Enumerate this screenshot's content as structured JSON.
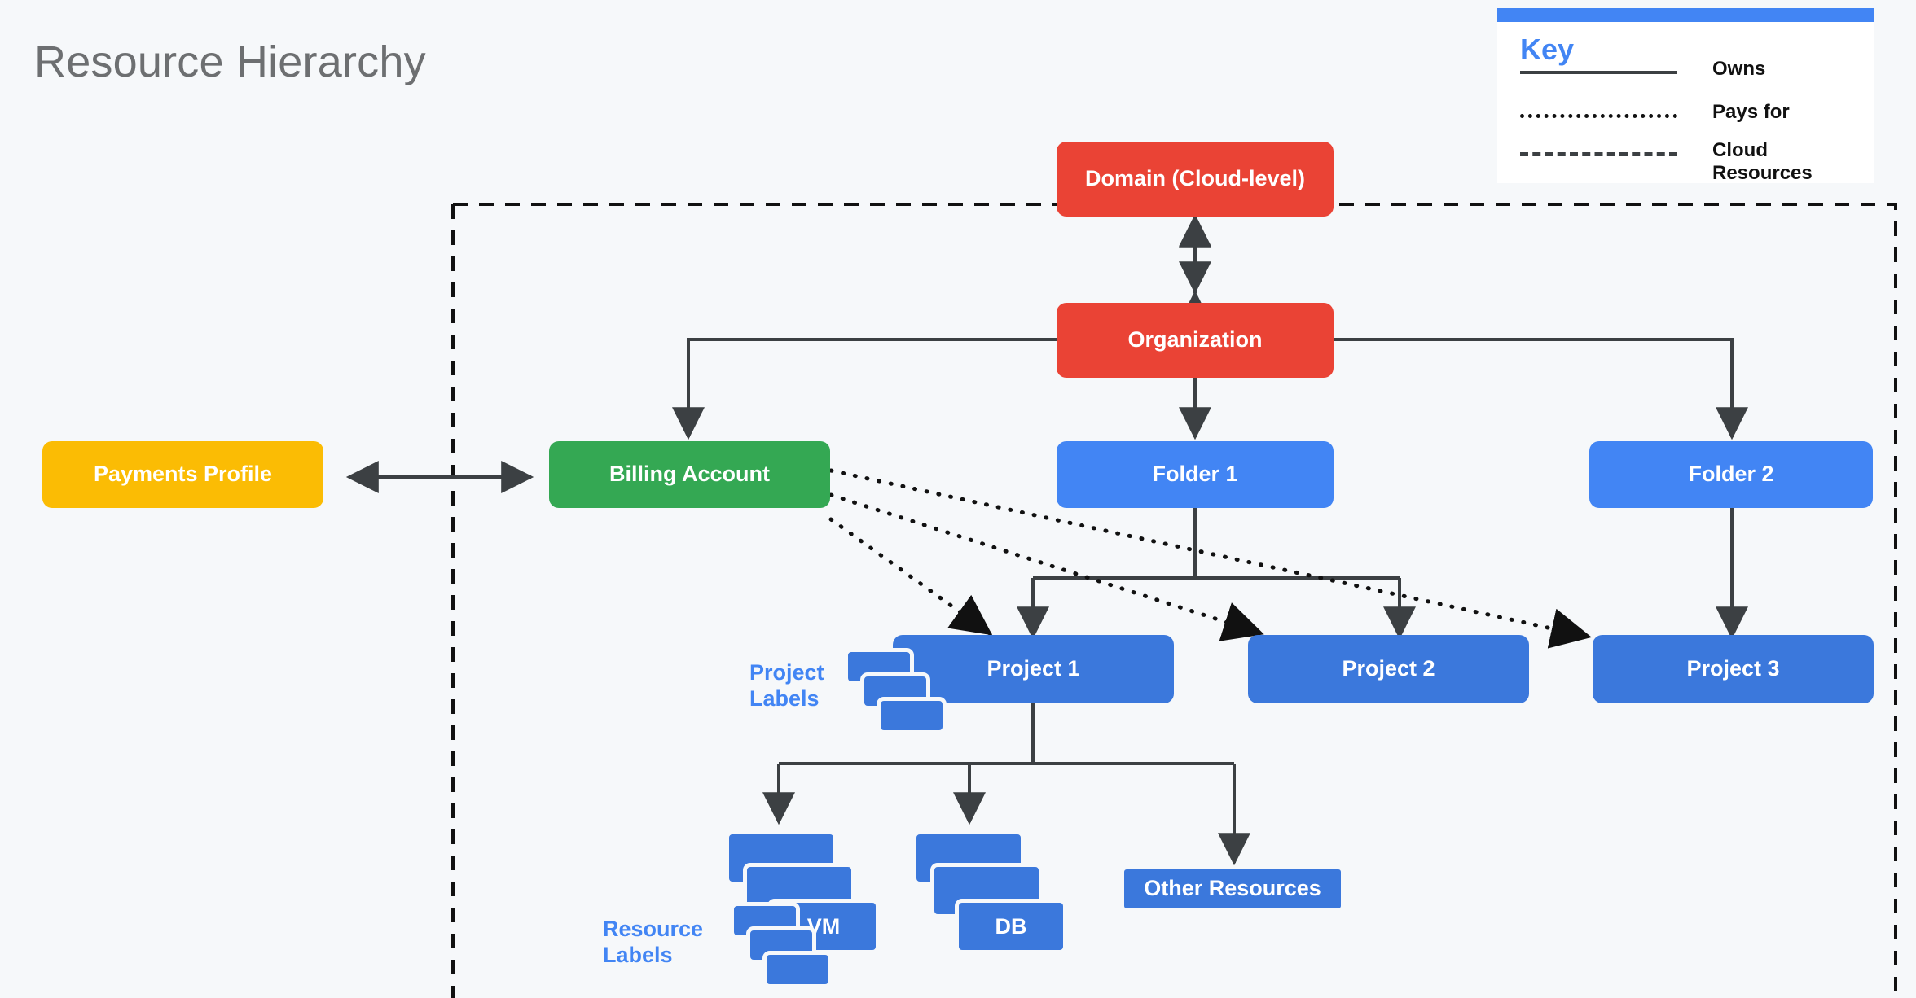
{
  "page": {
    "title": "Resource Hierarchy",
    "background": "#f6f8fa"
  },
  "colors": {
    "red": "#ea4335",
    "green": "#34a853",
    "blue": "#4285f4",
    "project_blue": "#3b78dc",
    "yellow": "#fbbc04",
    "line": "#3c4043",
    "accent": "#4285f4"
  },
  "key": {
    "title": "Key",
    "rows": [
      {
        "style": "solid",
        "label": "Owns"
      },
      {
        "style": "dotted",
        "label": "Pays for"
      },
      {
        "style": "dashed",
        "label": "Cloud Resources"
      }
    ]
  },
  "nodes": {
    "domain": {
      "label": "Domain (Cloud-level)",
      "color": "red"
    },
    "organization": {
      "label": "Organization",
      "color": "red"
    },
    "payments_profile": {
      "label": "Payments Profile",
      "color": "yellow"
    },
    "billing_account": {
      "label": "Billing Account",
      "color": "green"
    },
    "folder1": {
      "label": "Folder 1",
      "color": "blue"
    },
    "folder2": {
      "label": "Folder 2",
      "color": "blue"
    },
    "project1": {
      "label": "Project 1",
      "color": "project_blue"
    },
    "project2": {
      "label": "Project 2",
      "color": "project_blue"
    },
    "project3": {
      "label": "Project 3",
      "color": "project_blue"
    },
    "vm": {
      "label": "VM",
      "color": "project_blue"
    },
    "db": {
      "label": "DB",
      "color": "project_blue"
    },
    "other_resources": {
      "label": "Other Resources",
      "color": "project_blue"
    }
  },
  "annotations": {
    "project_labels": "Project\nLabels",
    "project_labels_line1": "Project",
    "project_labels_line2": "Labels",
    "resource_labels_line1": "Resource",
    "resource_labels_line2": "Labels"
  },
  "edges": [
    {
      "from": "organization",
      "to": "domain",
      "type": "owns",
      "arrows": "both"
    },
    {
      "from": "organization",
      "to": "billing_account",
      "type": "owns",
      "arrows": "end"
    },
    {
      "from": "organization",
      "to": "folder1",
      "type": "owns",
      "arrows": "end"
    },
    {
      "from": "organization",
      "to": "folder2",
      "type": "owns",
      "arrows": "end"
    },
    {
      "from": "payments_profile",
      "to": "billing_account",
      "type": "owns",
      "arrows": "both"
    },
    {
      "from": "folder1",
      "to": "project1",
      "type": "owns",
      "arrows": "end"
    },
    {
      "from": "folder1",
      "to": "project2",
      "type": "owns",
      "arrows": "end"
    },
    {
      "from": "folder2",
      "to": "project3",
      "type": "owns",
      "arrows": "end"
    },
    {
      "from": "project1",
      "to": "vm",
      "type": "owns",
      "arrows": "end"
    },
    {
      "from": "project1",
      "to": "db",
      "type": "owns",
      "arrows": "end"
    },
    {
      "from": "project1",
      "to": "other_resources",
      "type": "owns",
      "arrows": "end"
    },
    {
      "from": "billing_account",
      "to": "project1",
      "type": "pays_for",
      "arrows": "end"
    },
    {
      "from": "billing_account",
      "to": "project2",
      "type": "pays_for",
      "arrows": "end"
    },
    {
      "from": "billing_account",
      "to": "project3",
      "type": "pays_for",
      "arrows": "end"
    }
  ],
  "cloud_boundary": {
    "style": "dashed",
    "label": ""
  }
}
